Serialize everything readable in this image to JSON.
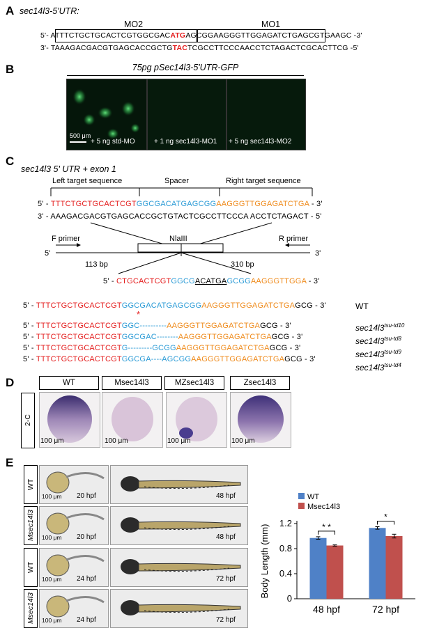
{
  "panelA": {
    "label": "A",
    "title": "sec14l3-5'UTR:",
    "mo2": "MO2",
    "mo1": "MO1",
    "seq_top_prefix": "5'-",
    "seq_top_a": "ATTTCTGCTGCACTCGTGGCGAC",
    "seq_top_atg": "ATG",
    "seq_top_b": "AGCGGAAGGGTTGGAGATCTGA",
    "seq_top_c": "GCGTGAAGC",
    "seq_top_suffix": "-3'",
    "seq_bot_prefix": "3'-",
    "seq_bot_a": "TAAAGACGACGTGAGCACCGCTG",
    "seq_bot_tac": "TAC",
    "seq_bot_b": "TCGCCTTCCCAACCTCTAGACTCGCACTTCG",
    "seq_bot_suffix": "-5'"
  },
  "panelB": {
    "label": "B",
    "title": "75pg pSec14l3-5'UTR-GFP",
    "scale": "500 μm",
    "images": [
      {
        "caption": "+ 5 ng std-MO"
      },
      {
        "caption": "+ 1 ng sec14l3-MO1"
      },
      {
        "caption": "+ 5 ng sec14l3-MO2"
      }
    ]
  },
  "panelC": {
    "label": "C",
    "title": "sec14l3 5' UTR + exon 1",
    "left_target": "Left target sequence",
    "spacer": "Spacer",
    "right_target": "Right target sequence",
    "seq1_prefix": "5' -",
    "seq1_red": "TTTCTGCTGCACTCGT",
    "seq1_blue": "GGCGACATGAGCGG",
    "seq1_orange": "AAGGGTTGGAGATCTGA",
    "seq1_suffix": "- 3'",
    "seq2": "3' - AAAGACGACGTGAGCACCGCTGTACTCGCCTTCCCA ACCTCTAGACT - 5'",
    "f_primer": "F primer",
    "r_primer": "R primer",
    "nla": "NlaIII",
    "five": "5'",
    "three": "3'",
    "bp_left": "113 bp",
    "bp_right": "310 bp",
    "zoom_prefix": "5' -",
    "zoom_red": "CTGCACTCGT",
    "zoom_blue1": "GGCG",
    "zoom_underline": "ACATGA",
    "zoom_blue2": "GCGG",
    "zoom_orange": "AAGGGTTGGA",
    "zoom_suffix": "- 3'",
    "alleles": [
      {
        "red": "TTTCTGCTGCACTCGT",
        "blue": "GGCGACATGAGCGG",
        "orange": "AAGGGTTGGAGATCTGA",
        "tail": "GCG - 3'",
        "name": "WT",
        "sup": ""
      },
      {
        "red": "TTTCTGCTGCACTCGT",
        "blue": "GGC----------",
        "orange": "AAGGGTTGGAGATCTGA",
        "tail": "GCG - 3'",
        "name": "sec14l3",
        "sup": "tsu-td10"
      },
      {
        "red": "TTTCTGCTGCACTCGT",
        "blue": "GGCGAC--------",
        "orange": "AAGGGTTGGAGATCTGA",
        "tail": "GCG - 3'",
        "name": "sec14l3",
        "sup": "tsu-td8"
      },
      {
        "red": "TTTCTGCTGCACTCGT",
        "blue": "G---------GCGG",
        "orange": "AAGGGTTGGAGATCTGA",
        "tail": "GCG - 3'",
        "name": "sec14l3",
        "sup": "tsu-td9"
      },
      {
        "red": "TTTCTGCTGCACTCGT",
        "blue": "GGCGA----AGCGG",
        "orange": "AAGGGTTGGAGATCTGA",
        "tail": "GCG - 3'",
        "name": "sec14l3",
        "sup": "tsu-td4"
      }
    ],
    "allele_prefix": "5' -",
    "star": "*"
  },
  "panelD": {
    "label": "D",
    "stage": "2-C",
    "headers": [
      "WT",
      "Msec14l3",
      "MZsec14l3",
      "Zsec14l3"
    ],
    "scale": "100 μm"
  },
  "panelE": {
    "label": "E",
    "rows": [
      {
        "genotype": "WT",
        "left_time": "20 hpf",
        "right_time": "48 hpf"
      },
      {
        "genotype": "Msec14l3",
        "left_time": "20 hpf",
        "right_time": "48 hpf"
      },
      {
        "genotype": "WT",
        "left_time": "24 hpf",
        "right_time": "72 hpf"
      },
      {
        "genotype": "Msec14l3",
        "left_time": "24 hpf",
        "right_time": "72 hpf"
      }
    ],
    "scale": "100 μm"
  },
  "chart_data": {
    "type": "bar",
    "categories": [
      "48 hpf",
      "72 hpf"
    ],
    "series": [
      {
        "name": "WT",
        "values": [
          0.97,
          1.13
        ],
        "errors": [
          0.02,
          0.02
        ],
        "color": "#4f81c7"
      },
      {
        "name": "Msec14l3",
        "values": [
          0.85,
          1.0
        ],
        "errors": [
          0.01,
          0.03
        ],
        "color": "#c0504d"
      }
    ],
    "ylabel": "Body Length (mm)",
    "ylim": [
      0,
      1.2
    ],
    "yticks": [
      0,
      0.4,
      0.8,
      1.2
    ],
    "significance": [
      "* *",
      "*"
    ],
    "legend_position": "top"
  }
}
